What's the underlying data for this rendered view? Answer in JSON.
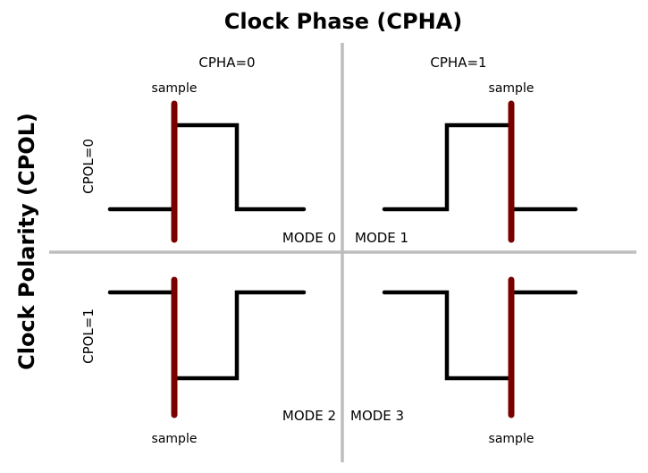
{
  "title_top": "Clock Phase (CPHA)",
  "title_left": "Clock Polarity (CPOL)",
  "columns": [
    "CPHA=0",
    "CPHA=1"
  ],
  "rows": [
    "CPOL=0",
    "CPOL=1"
  ],
  "sample_label": "sample",
  "modes": [
    "MODE 0",
    "MODE 1",
    "MODE 2",
    "MODE 3"
  ],
  "colors": {
    "sample_line": "#7a0000",
    "waveform": "#000000",
    "divider": "#bdbdbd"
  }
}
